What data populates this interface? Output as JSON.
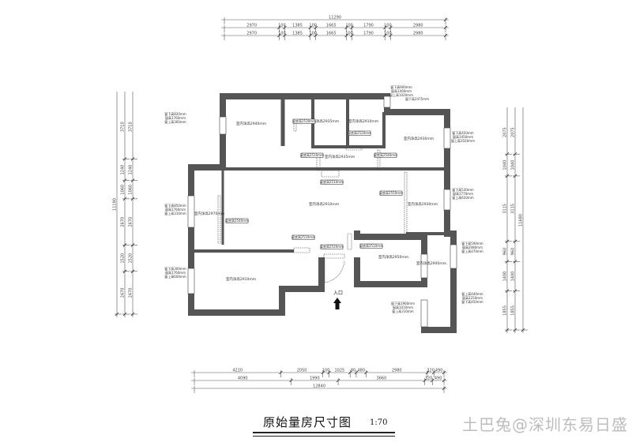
{
  "title": "原始量房尺寸图",
  "scale": "1:70",
  "watermark": "土巴兔@深圳东易日盛",
  "entrance_label": "入口",
  "top_dims": {
    "total": "11290",
    "row1": [
      "2970",
      "100",
      "1385",
      "100",
      "1665",
      "100",
      "1790",
      "100",
      "2980"
    ],
    "row2": [
      "2970",
      "100",
      "1385",
      "100",
      "1665",
      "100",
      "1790",
      "100",
      "2980"
    ]
  },
  "bottom_dims": {
    "row1": [
      "4210",
      "2050",
      "100",
      "1025",
      "80",
      "480",
      "2980",
      "320",
      "490"
    ],
    "row2": [
      "4090",
      "1990",
      "3660",
      "320",
      "490"
    ],
    "total": "12840"
  },
  "left_dims": {
    "total": "11180",
    "segments": [
      "3710",
      "1240",
      "1060",
      "2670",
      "1520",
      "2470"
    ]
  },
  "right_dims": {
    "total": "11680",
    "segments": [
      "2075",
      "1040",
      "3115",
      "960",
      "1400",
      "1855"
    ]
  },
  "rooms": [
    "室内净高2940mm",
    "室内净高2935mm",
    "室内净高2910mm",
    "室内净高2930mm",
    "室内净高2935mm",
    "室内净高2910mm",
    "室内净高2970mm",
    "室内净高2930mm",
    "室内净高2950mm",
    "室内净高2910mm",
    "室内净高2940mm"
  ],
  "window_notes": [
    [
      "窗下高900mm",
      "窗高1400mm",
      "窗上高1020mm"
    ],
    [
      "窗下高820mm",
      "窗高1760mm",
      "窗上高360mm"
    ],
    [
      "窗下高850mm",
      "窗高1760mm",
      "窗上高310mm"
    ],
    [
      "窗下高450mm",
      "窗高1450mm",
      "窗上高1020mm"
    ],
    [
      "窗下高530mm",
      "窗高1770mm",
      "窗上高620mm"
    ],
    [
      "窗下高590mm",
      "窗高2080mm",
      "窗上高470mm"
    ],
    [
      "窗下高300mm",
      "窗高1760mm",
      "窗上高600mm"
    ],
    [
      "窗下高1960mm",
      "窗高1010mm",
      "窗上高310mm"
    ],
    [
      "窗上高440mm",
      "窗高2250mm",
      "窗下高450mm"
    ]
  ],
  "beam_notes": [
    "梁底高2530mm",
    "梁底高2520mm",
    "梁底高2510mm",
    "梁底高2540mm",
    "梁底高2510mm",
    "梁底高2550mm",
    "梁底高2540mm",
    "梁底高2510mm",
    "梁底高2520mm",
    "梁底高2510mm"
  ],
  "door_note": "窗下高2475mm"
}
